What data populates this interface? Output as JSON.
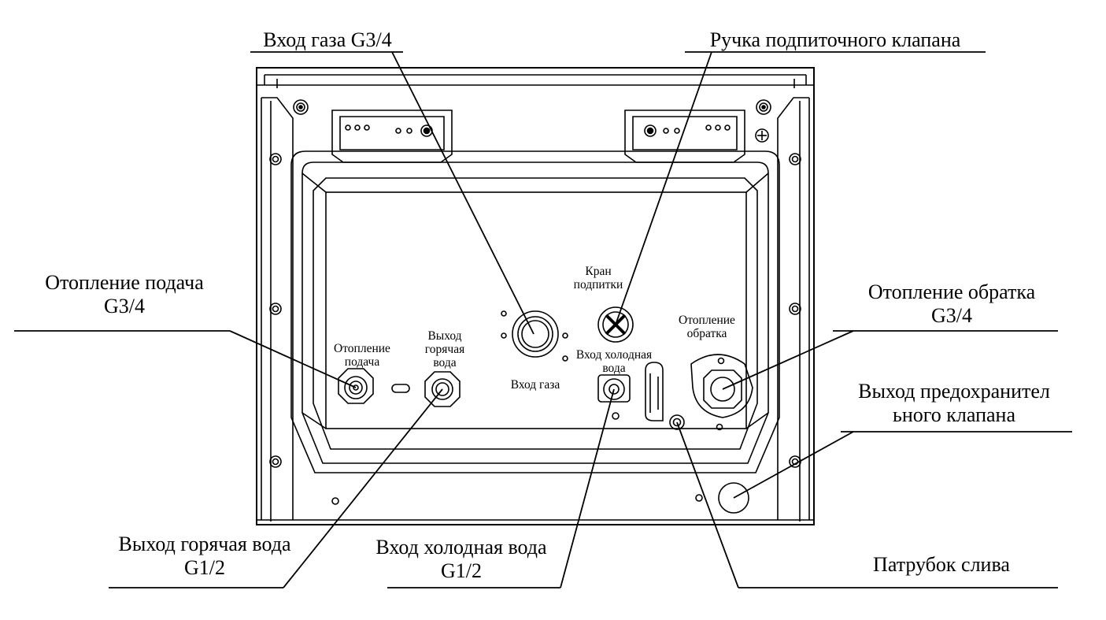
{
  "callouts": {
    "gas_inlet": "Вход газа G3/4",
    "makeup_valve_handle": "Ручка подпиточного клапана",
    "heating_supply": {
      "line1": "Отопление подача",
      "line2": "G3/4"
    },
    "heating_return": {
      "line1": "Отопление обратка",
      "line2": "G3/4"
    },
    "safety_valve_outlet": {
      "line1": "Выход предохранител",
      "line2": "ьного клапана"
    },
    "hot_water_outlet": {
      "line1": "Выход горячая вода",
      "line2": "G1/2"
    },
    "cold_water_inlet": {
      "line1": "Вход холодная вода",
      "line2": "G1/2"
    },
    "drain_pipe": "Патрубок слива"
  },
  "labels": {
    "makeup_tap": {
      "line1": "Кран",
      "line2": "подпитки"
    },
    "heating_supply": {
      "line1": "Отопление",
      "line2": "подача"
    },
    "hot_water": {
      "line1": "Выход",
      "line2": "горячая",
      "line3": "вода"
    },
    "gas_inlet": "Вход газа",
    "cold_water": {
      "line1": "Вход холодная",
      "line2": "вода"
    },
    "heating_return": {
      "line1": "Отопление",
      "line2": "обратка"
    }
  },
  "colors": {
    "ink": "#000000",
    "background": "#ffffff"
  }
}
